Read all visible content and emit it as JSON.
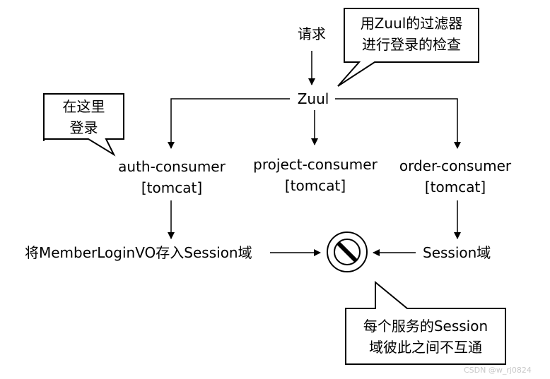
{
  "request_label": "请求",
  "zuul_label": "Zuul",
  "callouts": {
    "zuul_filter": "用Zuul的过滤器\n进行登录的检查",
    "login_here": "在这里\n登录",
    "session_note": "每个服务的Session\n域彼此之间不互通"
  },
  "services": {
    "auth": {
      "name": "auth-consumer",
      "container": "[tomcat]"
    },
    "project": {
      "name": "project-consumer",
      "container": "[tomcat]"
    },
    "order": {
      "name": "order-consumer",
      "container": "[tomcat]"
    }
  },
  "left_action": "将MemberLoginVO存入Session域",
  "right_action": "Session域",
  "watermark": "CSDN @w_rj0824"
}
